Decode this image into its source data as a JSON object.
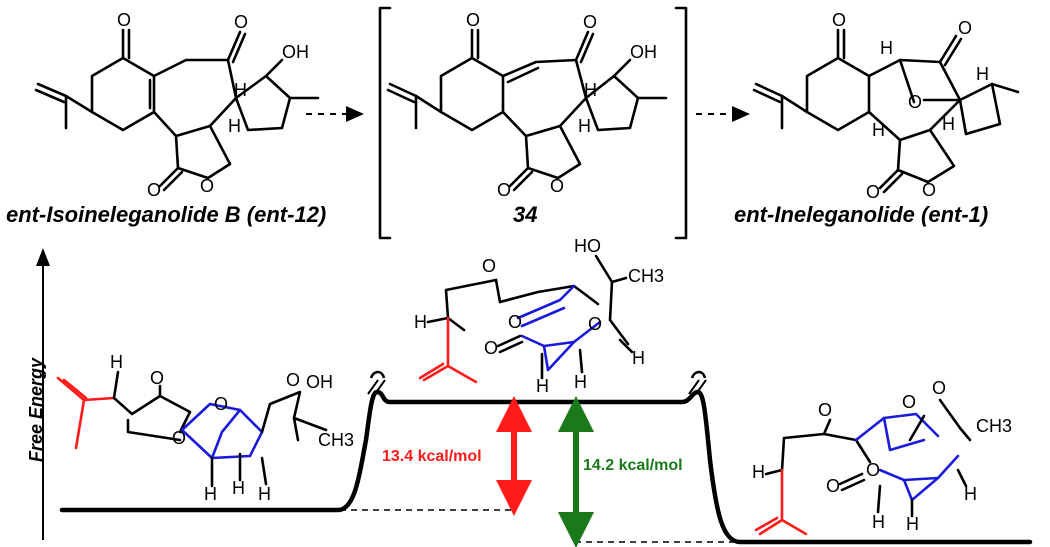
{
  "compounds": {
    "left_name": "ent-Isoineleganolide B (ent-12)",
    "middle_name": "34",
    "right_name": "ent-Ineleganolide (ent-1)"
  },
  "diagram": {
    "y_axis_label": "Free Energy",
    "barrier_1": "13.4 kcal/mol",
    "barrier_2": "14.2 kcal/mol"
  },
  "atoms": {
    "O": "O",
    "H": "H",
    "OH": "OH",
    "HO": "HO",
    "CH3": "CH3"
  },
  "colors": {
    "barrier_1": "#ff1a1a",
    "barrier_2": "#1a7a1a",
    "highlight_bonds": "#1a1adc",
    "isopropenyl": "#ff1a1a",
    "profile": "#000000"
  }
}
